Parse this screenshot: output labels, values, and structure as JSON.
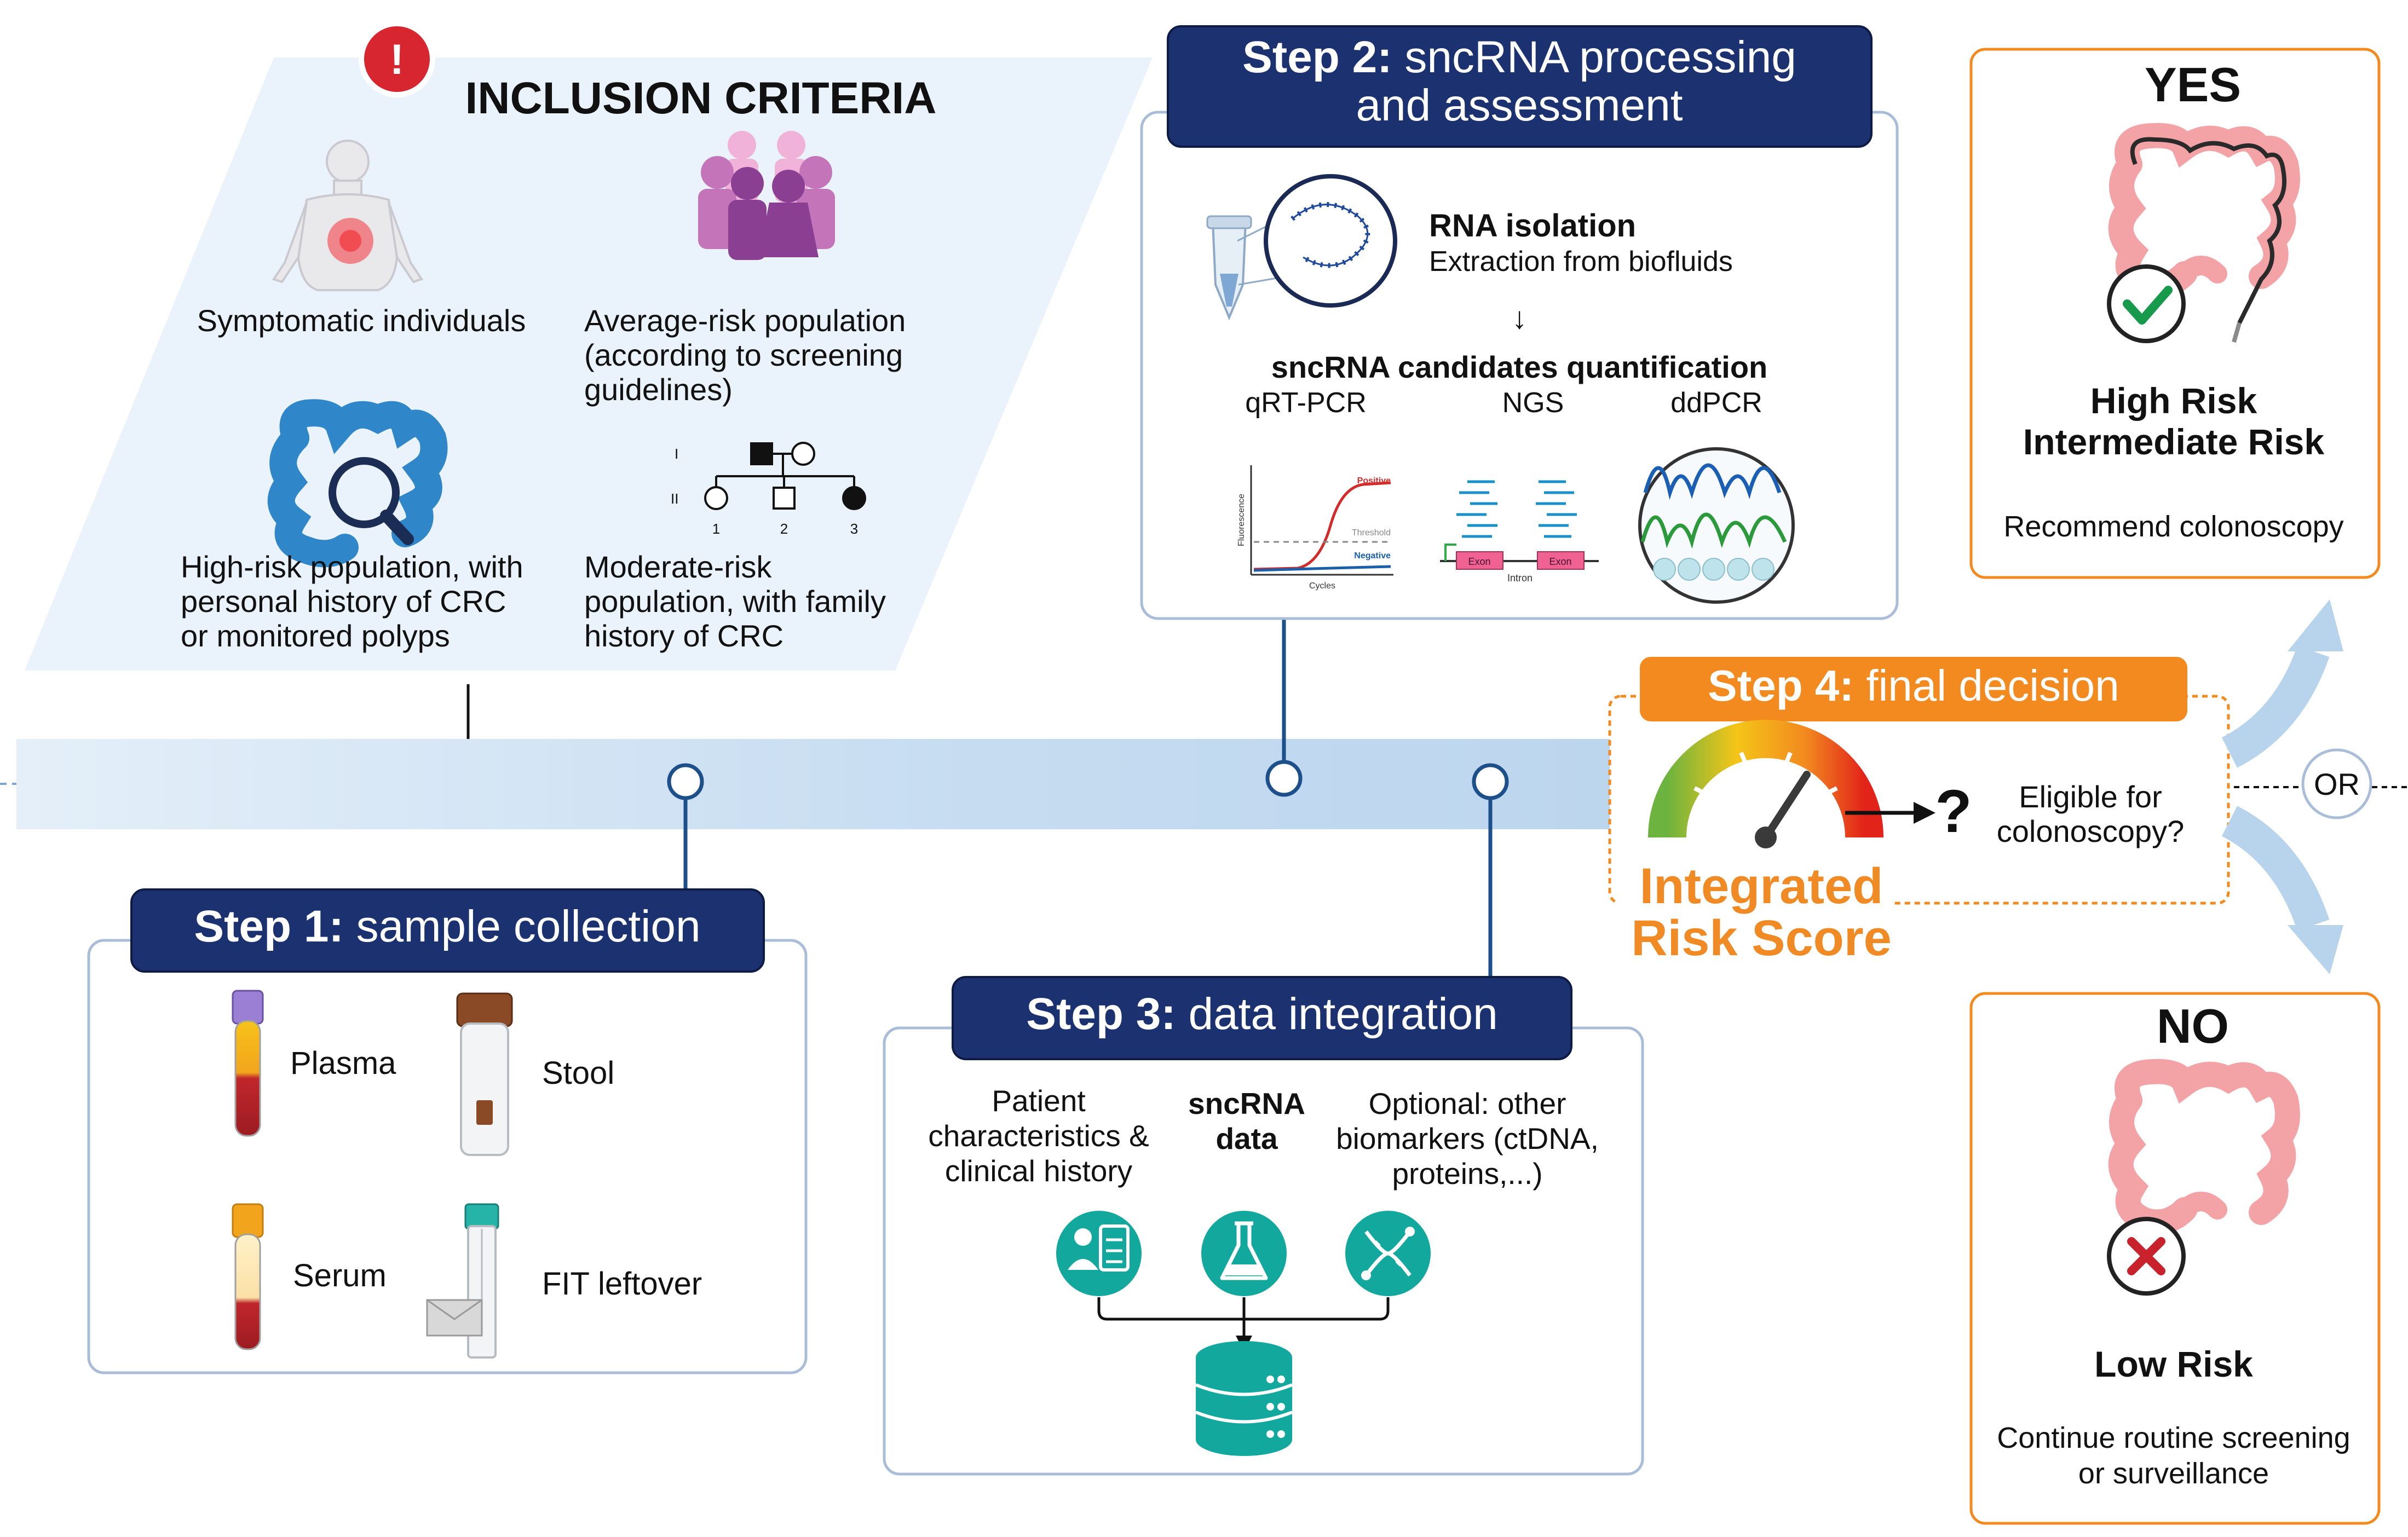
{
  "colors": {
    "navy": "#1b3170",
    "box_border": "#a9bdd8",
    "timeline_blue": "#c9def2",
    "timeline_dark": "#1d4f8a",
    "orange": "#f28a1f",
    "orange_text": "#f08a24",
    "teal": "#13a89e",
    "alert_red": "#d7262f",
    "panel_blue": "#eaf3fb"
  },
  "inclusion": {
    "alert_symbol": "!",
    "title": "INCLUSION CRITERIA",
    "symptomatic": "Symptomatic individuals",
    "average": [
      "Average-risk population",
      "(according to screening",
      "guidelines)"
    ],
    "high": [
      "High-risk population, with",
      "personal history of CRC",
      "or monitored polyps"
    ],
    "moderate": [
      "Moderate-risk",
      "population, with family",
      "history of CRC"
    ],
    "pedigree": {
      "gen1": "I",
      "gen2": "II",
      "n1": "1",
      "n2": "2",
      "n3": "3"
    }
  },
  "step1": {
    "num": "Step 1:",
    "title": "sample collection",
    "samples": {
      "plasma": "Plasma",
      "stool": "Stool",
      "serum": "Serum",
      "fit": "FIT leftover"
    }
  },
  "step2": {
    "num": "Step 2:",
    "title": [
      "sncRNA processing",
      "and assessment"
    ],
    "rna_title": "RNA isolation",
    "rna_sub": "Extraction from biofluids",
    "arrow": "↓",
    "quant_title": "sncRNA candidates quantification",
    "methods": [
      "qRT-PCR",
      "NGS",
      "ddPCR"
    ],
    "qpcr": {
      "positive": "Positive",
      "threshold": "Threshold",
      "negative": "Negative",
      "xlabel": "Cycles",
      "ylabel": "Fluorescence"
    },
    "ngs": {
      "exon": "Exon",
      "intron": "Intron"
    }
  },
  "step3": {
    "num": "Step 3:",
    "title": "data integration",
    "col1": [
      "Patient",
      "characteristics &",
      "clinical history"
    ],
    "col2": [
      "sncRNA",
      "data"
    ],
    "col3": [
      "Optional: other",
      "biomarkers (ctDNA,",
      "proteins,...)"
    ]
  },
  "step4": {
    "num": "Step 4:",
    "title": "final decision",
    "question_mark": "?",
    "eligible": [
      "Eligible for",
      "colonoscopy?"
    ],
    "score": [
      "Integrated",
      "Risk Score"
    ],
    "or": "OR"
  },
  "yes": {
    "label": "YES",
    "risk": [
      "High Risk",
      "Intermediate Risk"
    ],
    "action": "Recommend colonoscopy"
  },
  "no": {
    "label": "NO",
    "risk": "Low Risk",
    "action": [
      "Continue routine screening",
      "or surveillance"
    ]
  }
}
